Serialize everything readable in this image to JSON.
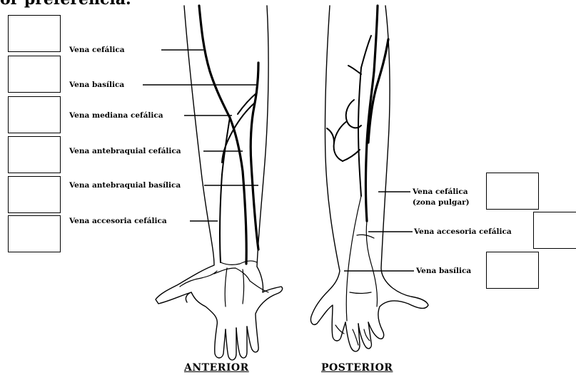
{
  "heading": "or preferencia.",
  "views": {
    "anterior": "ANTERIOR",
    "posterior": "POSTERIOR"
  },
  "labels": {
    "anterior": [
      "Vena cefálica",
      "Vena basílica",
      "Vena mediana cefálica",
      "Vena antebraquial cefálica",
      "Vena antebraquial basílica",
      "Vena accesoria cefálica"
    ],
    "posterior": [
      "Vena cefálica",
      "(zona pulgar)",
      "Vena accesoria cefálica",
      "Vena basílica"
    ]
  }
}
